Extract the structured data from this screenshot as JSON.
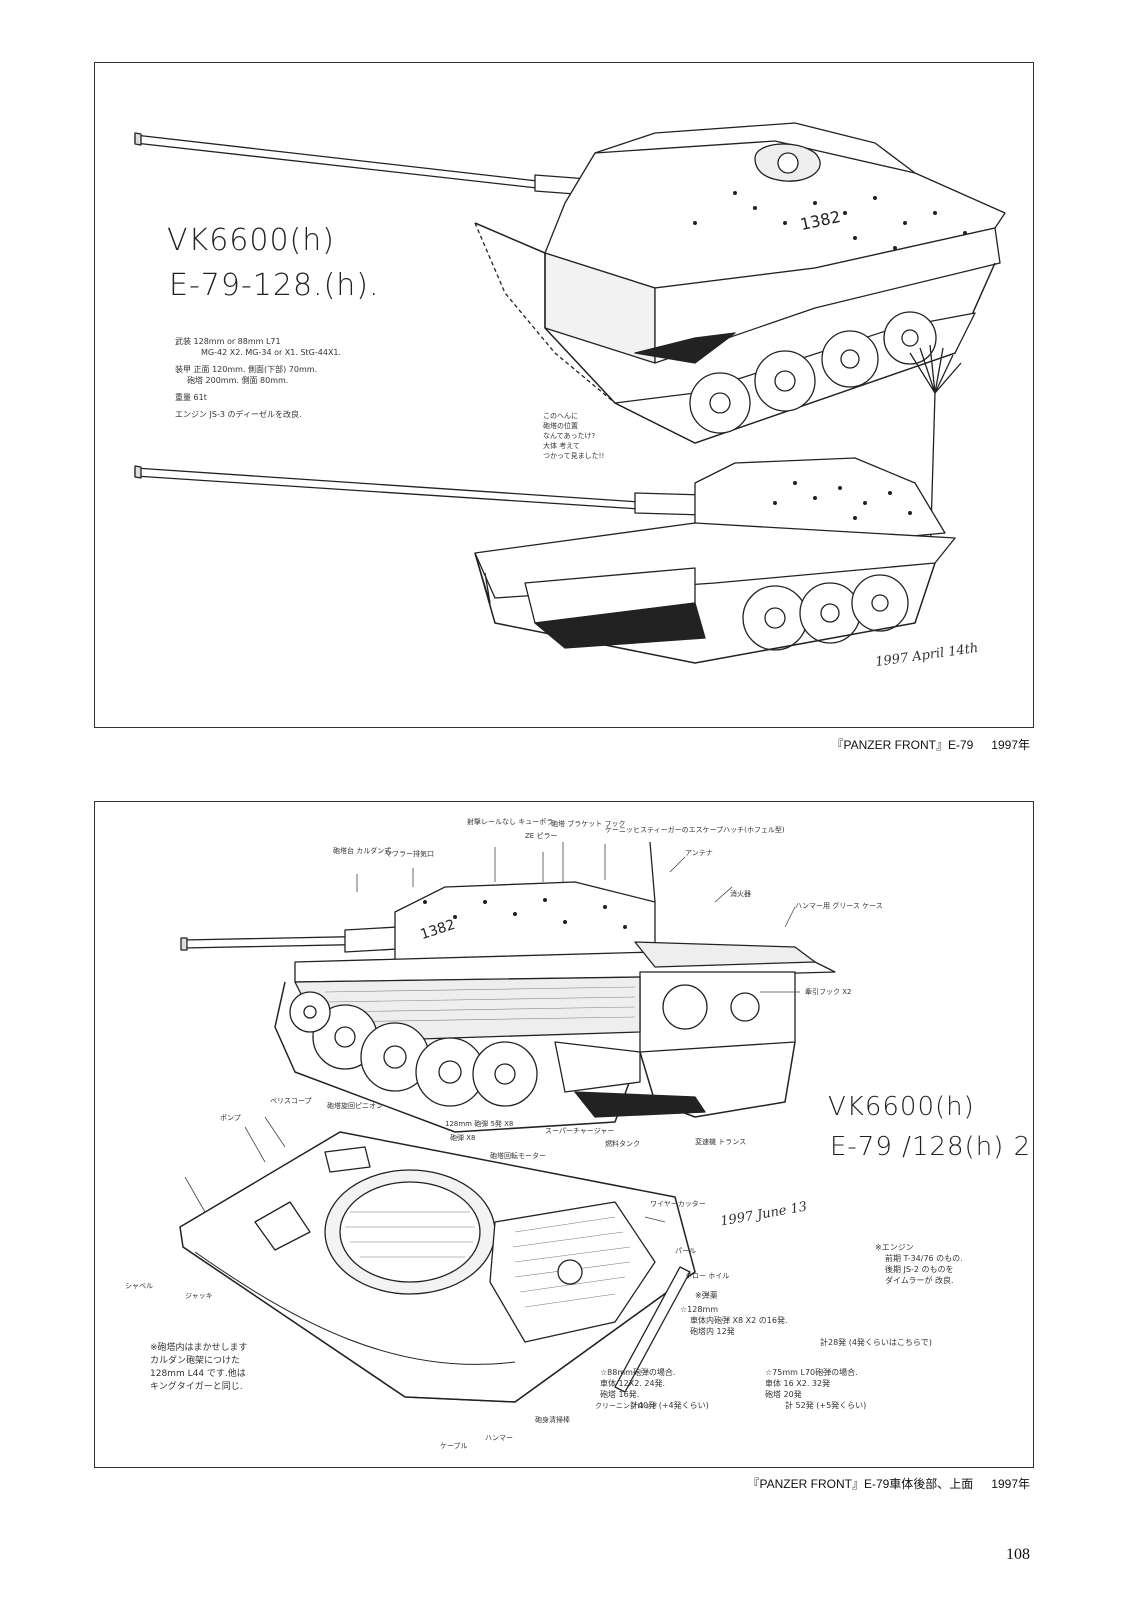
{
  "panel1": {
    "title_line1": "VK6600(h)",
    "title_line2": "E-79-128.(h).",
    "specs": [
      "武装 128mm or 88mm L71",
      "MG-42 X2. MG-34 or X1. StG-44X1.",
      "装甲 正面 120mm. 側面(下部) 70mm.",
      "砲塔 200mm. 側面 80mm.",
      "重量 61t",
      "エンジン JS-3 のディーゼルを改良."
    ],
    "annotation": [
      "このへんに",
      "砲塔の位置",
      "なんてあったけ?",
      "大体 考えて",
      "つかって見ました!!"
    ],
    "hull_number": "1382",
    "signature": "1997 April 14th"
  },
  "caption1": {
    "text": "『PANZER FRONT』E-79",
    "year": "1997年"
  },
  "panel2": {
    "title_line1": "VK6600(h)",
    "title_line2": "E-79 /128(h) 2.",
    "hull_number": "1382",
    "signature": "1997 June 13",
    "top_labels": [
      "砲塔台 カルダン式.",
      "マフラー排気口",
      "射撃レールなし キューポラ",
      "ZE ピラー",
      "砲塔 ブラケット フック",
      "ケーニッヒスティーガーのエスケープハッチ(ホフェル型)",
      "アンテナ",
      "消火器",
      "ハンマー用 グリース ケース",
      "牽引フック X2"
    ],
    "mid_labels": [
      "ペリスコープ",
      "砲塔旋回ピニオン",
      "ポンプ",
      "128mm 砲弾 5発 X8",
      "砲弾 X8",
      "砲塔回転モーター",
      "スーパーチャージャー",
      "燃料タンク",
      "変速機 トランス",
      "ワイヤーカッター",
      "パール",
      "クロー ホイル"
    ],
    "bottom_labels": [
      "シャベル",
      "ジャッキ",
      "ケーブル",
      "砲身清掃棒",
      "ハンマー",
      "クリーニングロッド"
    ],
    "notes_left": [
      "※砲塔内はまかせします",
      "カルダン砲架につけた",
      "128mm L44 です.他は",
      "キングタイガーと同じ."
    ],
    "engine_note": [
      "※エンジン",
      "前期 T-34/76 のもの.",
      "後期 JS-2 のものを",
      "ダイムラーが 改良."
    ],
    "ammo_title": "※弾薬",
    "ammo_128": [
      "☆128mm",
      "車体内砲弾 X8 X2 の16発.",
      "砲塔内 12発",
      "計28発 (4発くらいはこちらで)"
    ],
    "ammo_88": [
      "☆88mm砲弾の場合.",
      "車体 12X2. 24発.",
      "砲塔 16発.",
      "計40発 (+4発くらい)"
    ],
    "ammo_75": [
      "☆75mm L70砲弾の場合.",
      "車体 16 X2. 32発",
      "砲塔 20発",
      "計 52発 (+5発くらい)"
    ]
  },
  "caption2": {
    "text": "『PANZER FRONT』E-79車体後部、上面",
    "year": "1997年"
  },
  "page_number": "108"
}
